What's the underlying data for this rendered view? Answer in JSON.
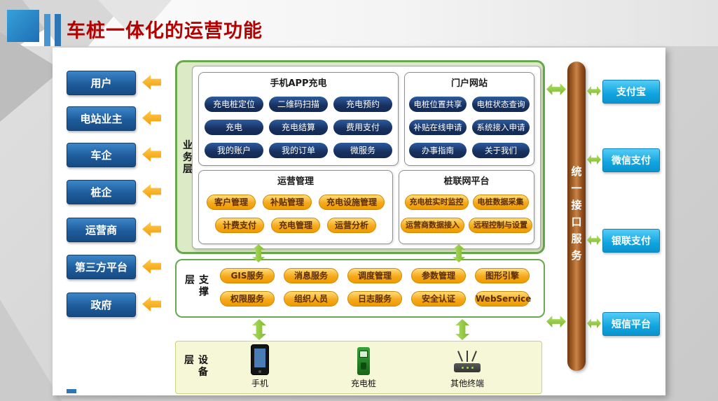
{
  "header": {
    "title": "车桩一体化的运营功能"
  },
  "stakeholders": {
    "items": [
      "用户",
      "电站业主",
      "车企",
      "桩企",
      "运营商",
      "第三方平台",
      "政府"
    ]
  },
  "business_layer": {
    "label": "业务层",
    "app_group": {
      "title": "手机APP充电",
      "rows": [
        [
          "充电桩定位",
          "二维码扫描",
          "充电预约"
        ],
        [
          "充电",
          "充电结算",
          "费用支付"
        ],
        [
          "我的账户",
          "我的订单",
          "微服务"
        ]
      ]
    },
    "portal_group": {
      "title": "门户网站",
      "rows": [
        [
          "电桩位置共享",
          "电桩状态查询"
        ],
        [
          "补贴在线申请",
          "系统接入申请"
        ],
        [
          "办事指南",
          "关于我们"
        ]
      ]
    },
    "ops_group": {
      "title": "运营管理",
      "rows": [
        [
          "客户管理",
          "补贴管理",
          "充电设施管理"
        ],
        [
          "计费支付",
          "充电管理",
          "运营分析"
        ]
      ]
    },
    "pile_group": {
      "title": "桩联网平台",
      "rows": [
        [
          "充电桩实时监控",
          "电桩数据采集"
        ],
        [
          "运营商数据接入",
          "远程控制与设置"
        ]
      ]
    }
  },
  "support_layer": {
    "label": "支撑层",
    "rows": [
      [
        "GIS服务",
        "消息服务",
        "调度管理",
        "参数管理",
        "图形引擎"
      ],
      [
        "权限服务",
        "组织人员",
        "日志服务",
        "安全认证",
        "WebService"
      ]
    ]
  },
  "device_layer": {
    "label": "设备层",
    "devices": [
      {
        "icon": "smartphone-icon",
        "label": "手机"
      },
      {
        "icon": "charging-pile-icon",
        "label": "充电桩"
      },
      {
        "icon": "terminal-icon",
        "label": "其他终端"
      }
    ]
  },
  "interface_bar": {
    "label": "统一接口服务"
  },
  "external_services": {
    "items": [
      "支付宝",
      "微信支付",
      "银联支付",
      "短信平台"
    ]
  },
  "colors": {
    "title_red": "#B30000",
    "stakeholder_blue": "#1E5C9C",
    "pill_navy": "#17305F",
    "pill_gold": "#F5A91C",
    "container_green": "#69A84F",
    "arrow_green": "#7FB62F",
    "arrow_orange": "#F29C07",
    "bar_brown": "#A9662F",
    "service_cyan": "#0FA5E0"
  }
}
